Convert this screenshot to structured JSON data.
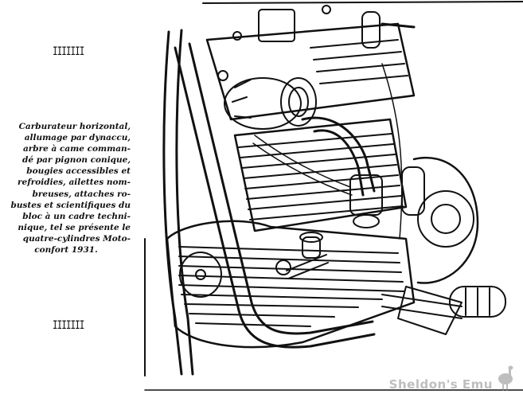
{
  "markers": {
    "top": "IIIIIII",
    "bottom": "IIIIIII"
  },
  "caption": {
    "lines": [
      "Carburateur horizontal,",
      "allumage par dynaccu,",
      "arbre à came comman-",
      "dé par pignon conique,",
      "bougies accessibles et",
      "refroidies, ailettes nom-",
      "breuses, attaches ro-",
      "bustes et scientifiques du",
      "bloc à un cadre techni-",
      "nique, tel se présente le",
      "quatre-cylindres Moto-",
      "confort 1931."
    ]
  },
  "illustration": {
    "icon": "engine-drawing-icon"
  },
  "watermark": {
    "text": "Sheldon's Emu",
    "icon": "emu-icon"
  },
  "colors": {
    "ink": "#111111",
    "paper": "#ffffff",
    "watermark": "#8a8a8a"
  }
}
